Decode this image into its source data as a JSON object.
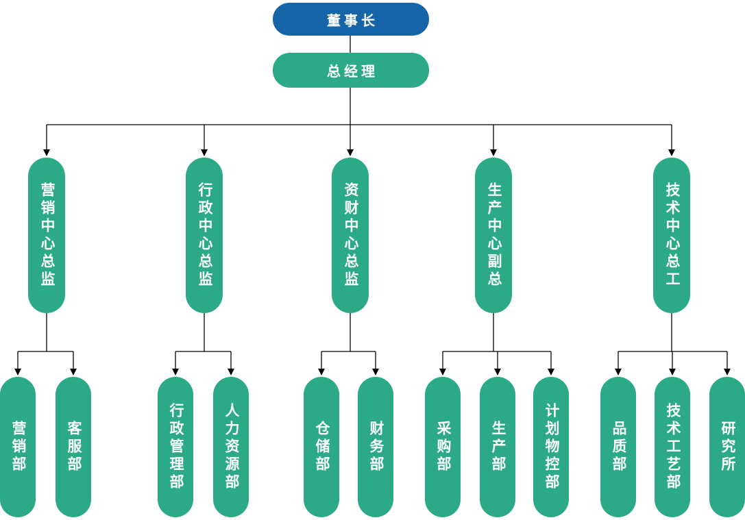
{
  "colors": {
    "chairman_bg": "#1565a8",
    "node_bg": "#2caa88",
    "node_text": "#ffffff",
    "connector": "#000000"
  },
  "org": {
    "chairman": {
      "label": "董事长"
    },
    "general_manager": {
      "label": "总经理"
    },
    "branches": [
      {
        "label": "营销中心总监",
        "children": [
          {
            "label": "营销部"
          },
          {
            "label": "客服部"
          }
        ]
      },
      {
        "label": "行政中心总监",
        "children": [
          {
            "label": "行政管理部"
          },
          {
            "label": "人力资源部"
          }
        ]
      },
      {
        "label": "资财中心总监",
        "children": [
          {
            "label": "仓储部"
          },
          {
            "label": "财务部"
          }
        ]
      },
      {
        "label": "生产中心副总",
        "children": [
          {
            "label": "采购部"
          },
          {
            "label": "生产部"
          },
          {
            "label": "计划物控部"
          }
        ]
      },
      {
        "label": "技术中心总工",
        "children": [
          {
            "label": "品质部"
          },
          {
            "label": "技术工艺部"
          },
          {
            "label": "研究所"
          }
        ]
      }
    ]
  }
}
